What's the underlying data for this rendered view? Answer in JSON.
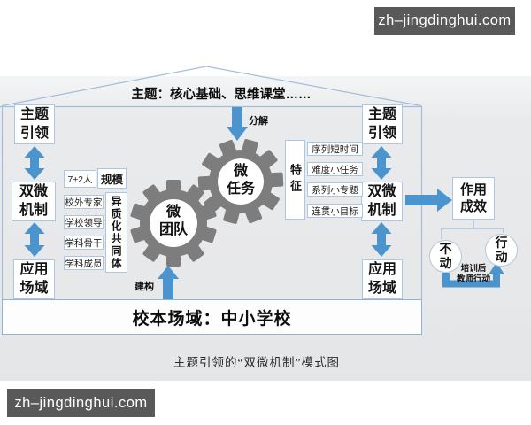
{
  "watermarks": {
    "top_right": "zh–jingdinghui.com",
    "bottom_left": "zh–jingdinghui.com"
  },
  "roof": {
    "title": "主题：核心基础、思维课堂……"
  },
  "left_column": {
    "theme": "主题\n引领",
    "mechanism": "双微\n机制",
    "field": "应用\n场域"
  },
  "right_column": {
    "theme": "主题\n引领",
    "mechanism": "双微\n机制",
    "field": "应用\n场域"
  },
  "team_group": {
    "scale_value": "7±2人",
    "scale_label": "规模",
    "members": [
      "校外专家",
      "学校领导",
      "学科骨干",
      "学科成员"
    ],
    "community": "异质化共同体"
  },
  "task_group": {
    "feature": "特征",
    "items": [
      "序列短时间",
      "难度小任务",
      "系列小专题",
      "连贯小目标"
    ]
  },
  "gears": {
    "team": "微\n团队",
    "task": "微\n任务"
  },
  "flow": {
    "decompose": "分解",
    "construct": "建构"
  },
  "base_box": {
    "label": "校本场域：中小学校"
  },
  "outcome": {
    "effect": "作用\n成效",
    "no_action": "不\n动",
    "action": "行\n动",
    "transition": "培训后\n教师行动"
  },
  "caption": "主题引领的“双微机制”模式图",
  "colors": {
    "arrow_blue": "#4b94ce",
    "border_blue": "#adc6e2",
    "gear_gray": "#7d7d7d",
    "watermark_bg": "#595959"
  }
}
